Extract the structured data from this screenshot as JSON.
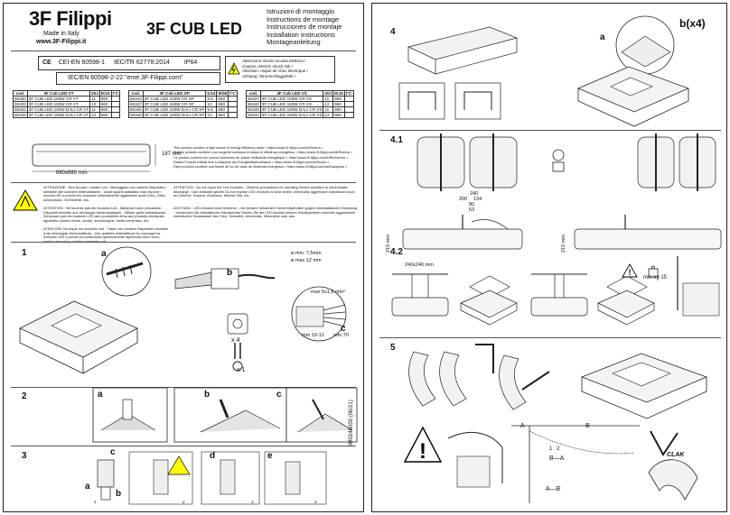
{
  "brand": {
    "logo": "3F Filippi",
    "made_in": "Made in Italy",
    "url": "www.3F-Filippi.it"
  },
  "product_title": "3F CUB LED",
  "instructions": [
    "Istruzioni di montaggio",
    "Instructions de montage",
    "Instrucciones de montaje",
    "Installation instructions",
    "Montageanleitung"
  ],
  "norms": {
    "line1a": "CEI-EN 60598-1",
    "line1b": "IEC/TR 62778:2014",
    "ip": "IP64",
    "line2": "IEC/EN 60598-2-22 \"eme.3F-Filippi.com\""
  },
  "warning_electric": [
    "Attenzione rischio scossa elettrica !",
    "Caution: electric shock risk !",
    "Attention: risque de choc électrique !",
    "Achtung: Stromschlaggefahr !"
  ],
  "tables": [
    {
      "header": [
        "cod.",
        "3F Cub LED VT",
        "20J",
        "IK10",
        "",
        "t°C"
      ],
      "rows": [
        [
          "56330",
          "3F CUB LED 100W CR VT",
          "11",
          "960"
        ],
        [
          "56333",
          "3F CUB LED 150W CR VT",
          "12",
          "960"
        ],
        [
          "56332",
          "3F CUB LED 100W DALI CR VT",
          "11",
          "960"
        ],
        [
          "56335",
          "3F CUB LED 150W DALI CR VT",
          "12",
          "960"
        ]
      ]
    },
    {
      "header": [
        "cod.",
        "3F Cub LED SP",
        "6.5J",
        "IK08",
        "",
        "t°C"
      ],
      "rows": [
        [
          "56344",
          "3F CUB LED 100W CR SP",
          "9.8",
          "650"
        ],
        [
          "56347",
          "3F CUB LED 150W CR SP",
          "10",
          "650"
        ],
        [
          "56346",
          "3F CUB LED 100W DALI CR SP",
          "9.8",
          "650"
        ],
        [
          "56349",
          "3F CUB LED 150W DALI CR SP",
          "10",
          "650"
        ]
      ]
    },
    {
      "header": [
        "cod.",
        "3F Cub LED VS",
        "20J",
        "IK10",
        "",
        "t°C"
      ],
      "rows": [
        [
          "56337",
          "3F CUB LED 100W CR VS",
          "11",
          "960"
        ],
        [
          "56340",
          "3F CUB LED 150W CR VS",
          "12",
          "960"
        ],
        [
          "",
          "",
          "",
          " "
        ],
        [
          "56339",
          "3F CUB LED 100W DALI CR VS",
          "11",
          "960"
        ],
        [
          "56342",
          "3F CUB LED 150W DALI CR VS",
          "12",
          "960"
        ]
      ]
    }
  ],
  "dims": {
    "width": "680x680 mm",
    "height": "187 mm"
  },
  "energy_text": [
    "This product contains a light source of energy efficiency class < https://www.3f-filippi.com/en/Search >",
    "Questo prodotto contiene una sorgente luminosa di classe di efficienza energetica < https://www.3f-filippi.com/it/Ricerca >",
    "Ce produit contient une source lumineuse de classe d'efficacité énergétique < https://www.3f-filippi.com/fr/Recherche >",
    "Dieses Produkt enthält eine Lichtquelle der Energieeffizienzklasse < https://www.3f-filippi.com/de/Suche >",
    "Este producto contiene una fuente de luz de clase de eficiencia energética < https://www.3f-filippi.com/es/Busqueda >"
  ],
  "esd_it": "ATTENZIONE : Non toccare i moduli Led - Maneggiare con cautela Dispositivo sensibile alle scariche elettrostatiche - Usare guanti antistatici Non esporre i moduli LED a polveri e/o sostanze chimicamente aggressive quali Cloro, Zolfo, Ammoniaca, Oli Minerali, ecc.",
  "esd_fr": "ATTENTION : Ne touchez pas les modules Led - Manipuler avec précaution Dispositif sensible aux décharges électrostatiques - Utiliser gants antistatiques N'exposez pas les modules LED aux poussières et/ou aux produits chimiques agressifs comme chlore, soufre, ammoniaque, huiles minérales, etc.",
  "esd_es": "ATENCIÓN: No toque los módulos Led - Tratar con cuidado Dispositivo sensible a las descargas electrostáticas - Use guantes antiestáticos No exponga los módulos LED a polvos y/o sustancias químicamente agresivas como cloro, azufre, amoníaco, aceites minerales, etc.",
  "esd_en": "ATTENTION : Do not touch the Led modules - Observe precautions for handling Device sensitive to electrostatic discharge - Use antistatic gloves Do not expose LED modules to dust and/or chemically aggressive substances such as Chlorine, Sulphur, Ammonia, Mineral Oils, etc.",
  "esd_de": "ACHTUNG : LED-Module nicht berühren - mit Vorsicht behandeln Gerät empfindlich gegen elektrostatische Entladung - Verwenden Sie antistatische Handschuhe Setzen Sie die LED-Module keinem Staubpartikeln und/oder aggressiven chemischen Substanzen wie Chlor, Schwefel, Ammoniak, Mineralöle usw. aus.",
  "steps": {
    "s1": "1",
    "s2": "2",
    "s3": "3",
    "s4": "4",
    "s41": "4.1",
    "s42": "4.2",
    "s5": "5"
  },
  "labels": {
    "a": "a",
    "b": "b",
    "c": "c",
    "d": "d",
    "e": "e",
    "cable1": "ø min. 7,5mm",
    "cable2": "ø max 12 mm",
    "wire": "max 5x1,5 mm²",
    "strip": "mm 10-12",
    "strip2": "mm 70",
    "x4": "x 4",
    "x1": "x 1",
    "bx4": "b(x4)",
    "d240": "240",
    "d200": "200",
    "d134": "134",
    "d80": "80",
    "d53": "53",
    "h215a": "215 mm",
    "h215b": "215 mm",
    "d240x240": "240x240 mm",
    "min_kg": "min kg 15",
    "A": "A",
    "B": "B",
    "BA": "B—A",
    "AB": "A—B",
    "n1": "1",
    "n2": "2",
    "clak": "CLAK",
    "docno": "IM0246000",
    "docver": "(06/21)",
    "n_1": "1",
    "n_2": "2",
    "n_3": "3",
    "n_4": "4"
  },
  "colors": {
    "line": "#222222",
    "panel": "#e6e6e6"
  }
}
